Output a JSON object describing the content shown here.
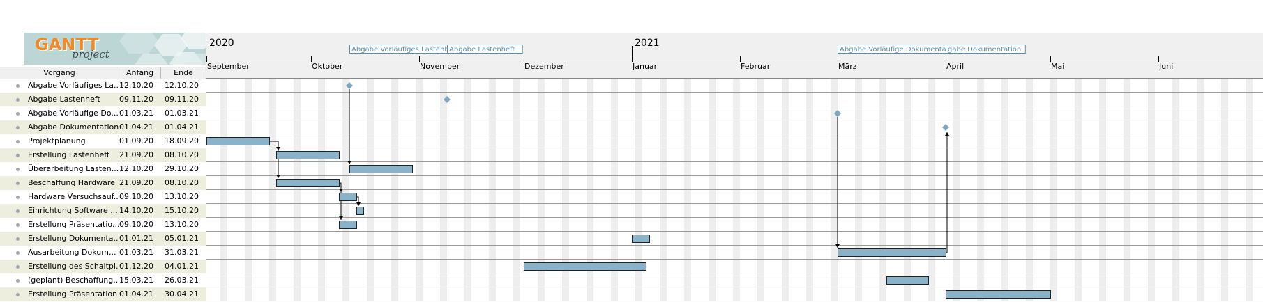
{
  "logo": {
    "word1": "GANTT",
    "word2": "project"
  },
  "columns": {
    "task": "Vorgang",
    "start": "Anfang",
    "end": "Ende"
  },
  "tasks": [
    {
      "name": "Abgabe Vorläufiges La...",
      "start": "12.10.20",
      "end": "12.10.20"
    },
    {
      "name": "Abgabe Lastenheft",
      "start": "09.11.20",
      "end": "09.11.20"
    },
    {
      "name": "Abgabe Vorläufige Do...",
      "start": "01.03.21",
      "end": "01.03.21"
    },
    {
      "name": "Abgabe Dokumentation",
      "start": "01.04.21",
      "end": "01.04.21"
    },
    {
      "name": "Projektplanung",
      "start": "01.09.20",
      "end": "18.09.20"
    },
    {
      "name": "Erstellung Lastenheft",
      "start": "21.09.20",
      "end": "08.10.20"
    },
    {
      "name": "Überarbeitung Lasten...",
      "start": "12.10.20",
      "end": "29.10.20"
    },
    {
      "name": "Beschaffung Hardware",
      "start": "21.09.20",
      "end": "08.10.20"
    },
    {
      "name": "Hardware Versuchsauf...",
      "start": "09.10.20",
      "end": "13.10.20"
    },
    {
      "name": "Einrichtung Software ...",
      "start": "14.10.20",
      "end": "15.10.20"
    },
    {
      "name": "Erstellung Präsentatio...",
      "start": "09.10.20",
      "end": "13.10.20"
    },
    {
      "name": "Erstellung Dokumenta...",
      "start": "01.01.21",
      "end": "05.01.21"
    },
    {
      "name": "Ausarbeitung Dokum...",
      "start": "01.03.21",
      "end": "31.03.21"
    },
    {
      "name": "Erstellung des Schaltpl...",
      "start": "01.12.20",
      "end": "04.01.21"
    },
    {
      "name": "(geplant) Beschaffung...",
      "start": "15.03.21",
      "end": "26.03.21"
    },
    {
      "name": "Erstellung Präsentation",
      "start": "01.04.21",
      "end": "30.04.21"
    }
  ],
  "chart_data": {
    "type": "gantt",
    "axis_start": "2020-09-01",
    "years": [
      {
        "label": "2020",
        "date": "2020-09-01"
      },
      {
        "label": "2021",
        "date": "2021-01-01"
      }
    ],
    "months": [
      {
        "label": "September",
        "date": "2020-09-01"
      },
      {
        "label": "Oktober",
        "date": "2020-10-01"
      },
      {
        "label": "November",
        "date": "2020-11-01"
      },
      {
        "label": "Dezember",
        "date": "2020-12-01"
      },
      {
        "label": "Januar",
        "date": "2021-01-01"
      },
      {
        "label": "Februar",
        "date": "2021-02-01"
      },
      {
        "label": "März",
        "date": "2021-03-01"
      },
      {
        "label": "April",
        "date": "2021-04-01"
      },
      {
        "label": "Mai",
        "date": "2021-05-01"
      },
      {
        "label": "Juni",
        "date": "2021-06-01"
      }
    ],
    "milestone_labels": [
      {
        "text": "Abgabe Vorläufiges Lastenhe",
        "date": "2020-10-12"
      },
      {
        "text": "Abgabe Lastenheft",
        "date": "2020-11-09"
      },
      {
        "text": "Abgabe Vorläufige Dokumentation",
        "date": "2021-03-01"
      },
      {
        "text": "gabe Dokumentation",
        "date": "2021-04-01"
      }
    ],
    "tasks": [
      {
        "start": "2020-10-12",
        "end": "2020-10-12",
        "milestone": true
      },
      {
        "start": "2020-11-09",
        "end": "2020-11-09",
        "milestone": true
      },
      {
        "start": "2021-03-01",
        "end": "2021-03-01",
        "milestone": true
      },
      {
        "start": "2021-04-01",
        "end": "2021-04-01",
        "milestone": true
      },
      {
        "start": "2020-09-01",
        "end": "2020-09-18"
      },
      {
        "start": "2020-09-21",
        "end": "2020-10-08"
      },
      {
        "start": "2020-10-12",
        "end": "2020-10-29"
      },
      {
        "start": "2020-09-21",
        "end": "2020-10-08"
      },
      {
        "start": "2020-10-09",
        "end": "2020-10-13"
      },
      {
        "start": "2020-10-14",
        "end": "2020-10-15"
      },
      {
        "start": "2020-10-09",
        "end": "2020-10-13"
      },
      {
        "start": "2021-01-01",
        "end": "2021-01-05"
      },
      {
        "start": "2021-03-01",
        "end": "2021-03-31"
      },
      {
        "start": "2020-12-01",
        "end": "2021-01-04"
      },
      {
        "start": "2021-03-15",
        "end": "2021-03-26"
      },
      {
        "start": "2021-04-01",
        "end": "2021-04-30"
      }
    ],
    "dependencies": [
      {
        "from": 4,
        "to": 5
      },
      {
        "from": 4,
        "to": 7
      },
      {
        "from": 0,
        "to": 6
      },
      {
        "from": 7,
        "to": 8
      },
      {
        "from": 7,
        "to": 10
      },
      {
        "from": 8,
        "to": 9
      },
      {
        "from": 2,
        "to": 12
      },
      {
        "from": 12,
        "to": 3
      }
    ],
    "colors": {
      "bar_fill": "#8ab2c8",
      "bar_stroke": "#222222",
      "milestone": "#7fa7c0",
      "weekend": "#eeeeee",
      "row_line": "#9a9a9a",
      "header_bg": "#f0f0f0",
      "milestone_label": "#5f8ea8"
    }
  }
}
